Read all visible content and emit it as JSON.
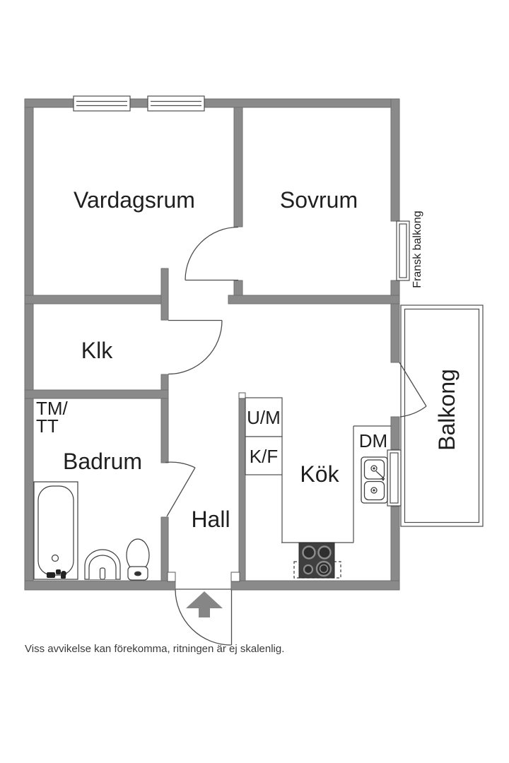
{
  "rooms": {
    "vardagsrum": "Vardagsrum",
    "sovrum": "Sovrum",
    "klk": "Klk",
    "badrum": "Badrum",
    "hall": "Hall",
    "kok": "Kök"
  },
  "outdoor": {
    "balcony": "Balkong",
    "french_balcony": "Fransk balkong"
  },
  "appliances": {
    "washer_dryer_line1": "TM/",
    "washer_dryer_line2": "TT",
    "oven_microwave": "U/M",
    "fridge_freezer": "K/F",
    "dishwasher": "DM"
  },
  "footer": {
    "disclaimer": "Viss avvikelse kan förekomma, ritningen är ej skalenlig."
  },
  "colors": {
    "wall": "#8A8A8A",
    "wall_outline": "#6F6F6F",
    "thin_line": "#4D4D4D",
    "text": "#1F1F1F",
    "stove": "#3F3F3F",
    "arrow": "#868686",
    "background": "#FFFFFF"
  }
}
